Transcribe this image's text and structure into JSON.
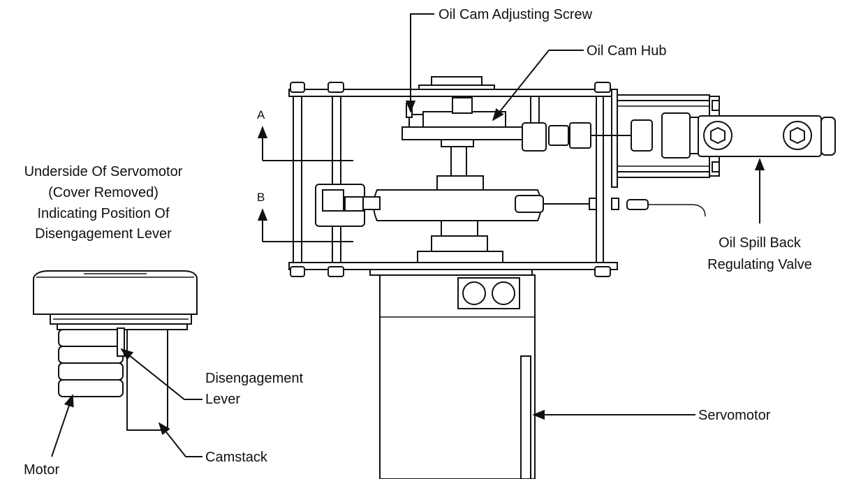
{
  "labels": {
    "oil_cam_adjusting_screw": "Oil Cam Adjusting Screw",
    "oil_cam_hub": "Oil Cam Hub",
    "underside_line1": "Underside Of Servomotor",
    "underside_line2": "(Cover Removed)",
    "underside_line3": "Indicating Position Of",
    "underside_line4": "Disengagement Lever",
    "oil_spill_back_line1": "Oil Spill Back",
    "oil_spill_back_line2": "Regulating Valve",
    "disengagement_line1": "Disengagement",
    "disengagement_line2": "Lever",
    "servomotor": "Servomotor",
    "camstack": "Camstack",
    "motor": "Motor",
    "section_a": "A",
    "section_b": "B"
  }
}
